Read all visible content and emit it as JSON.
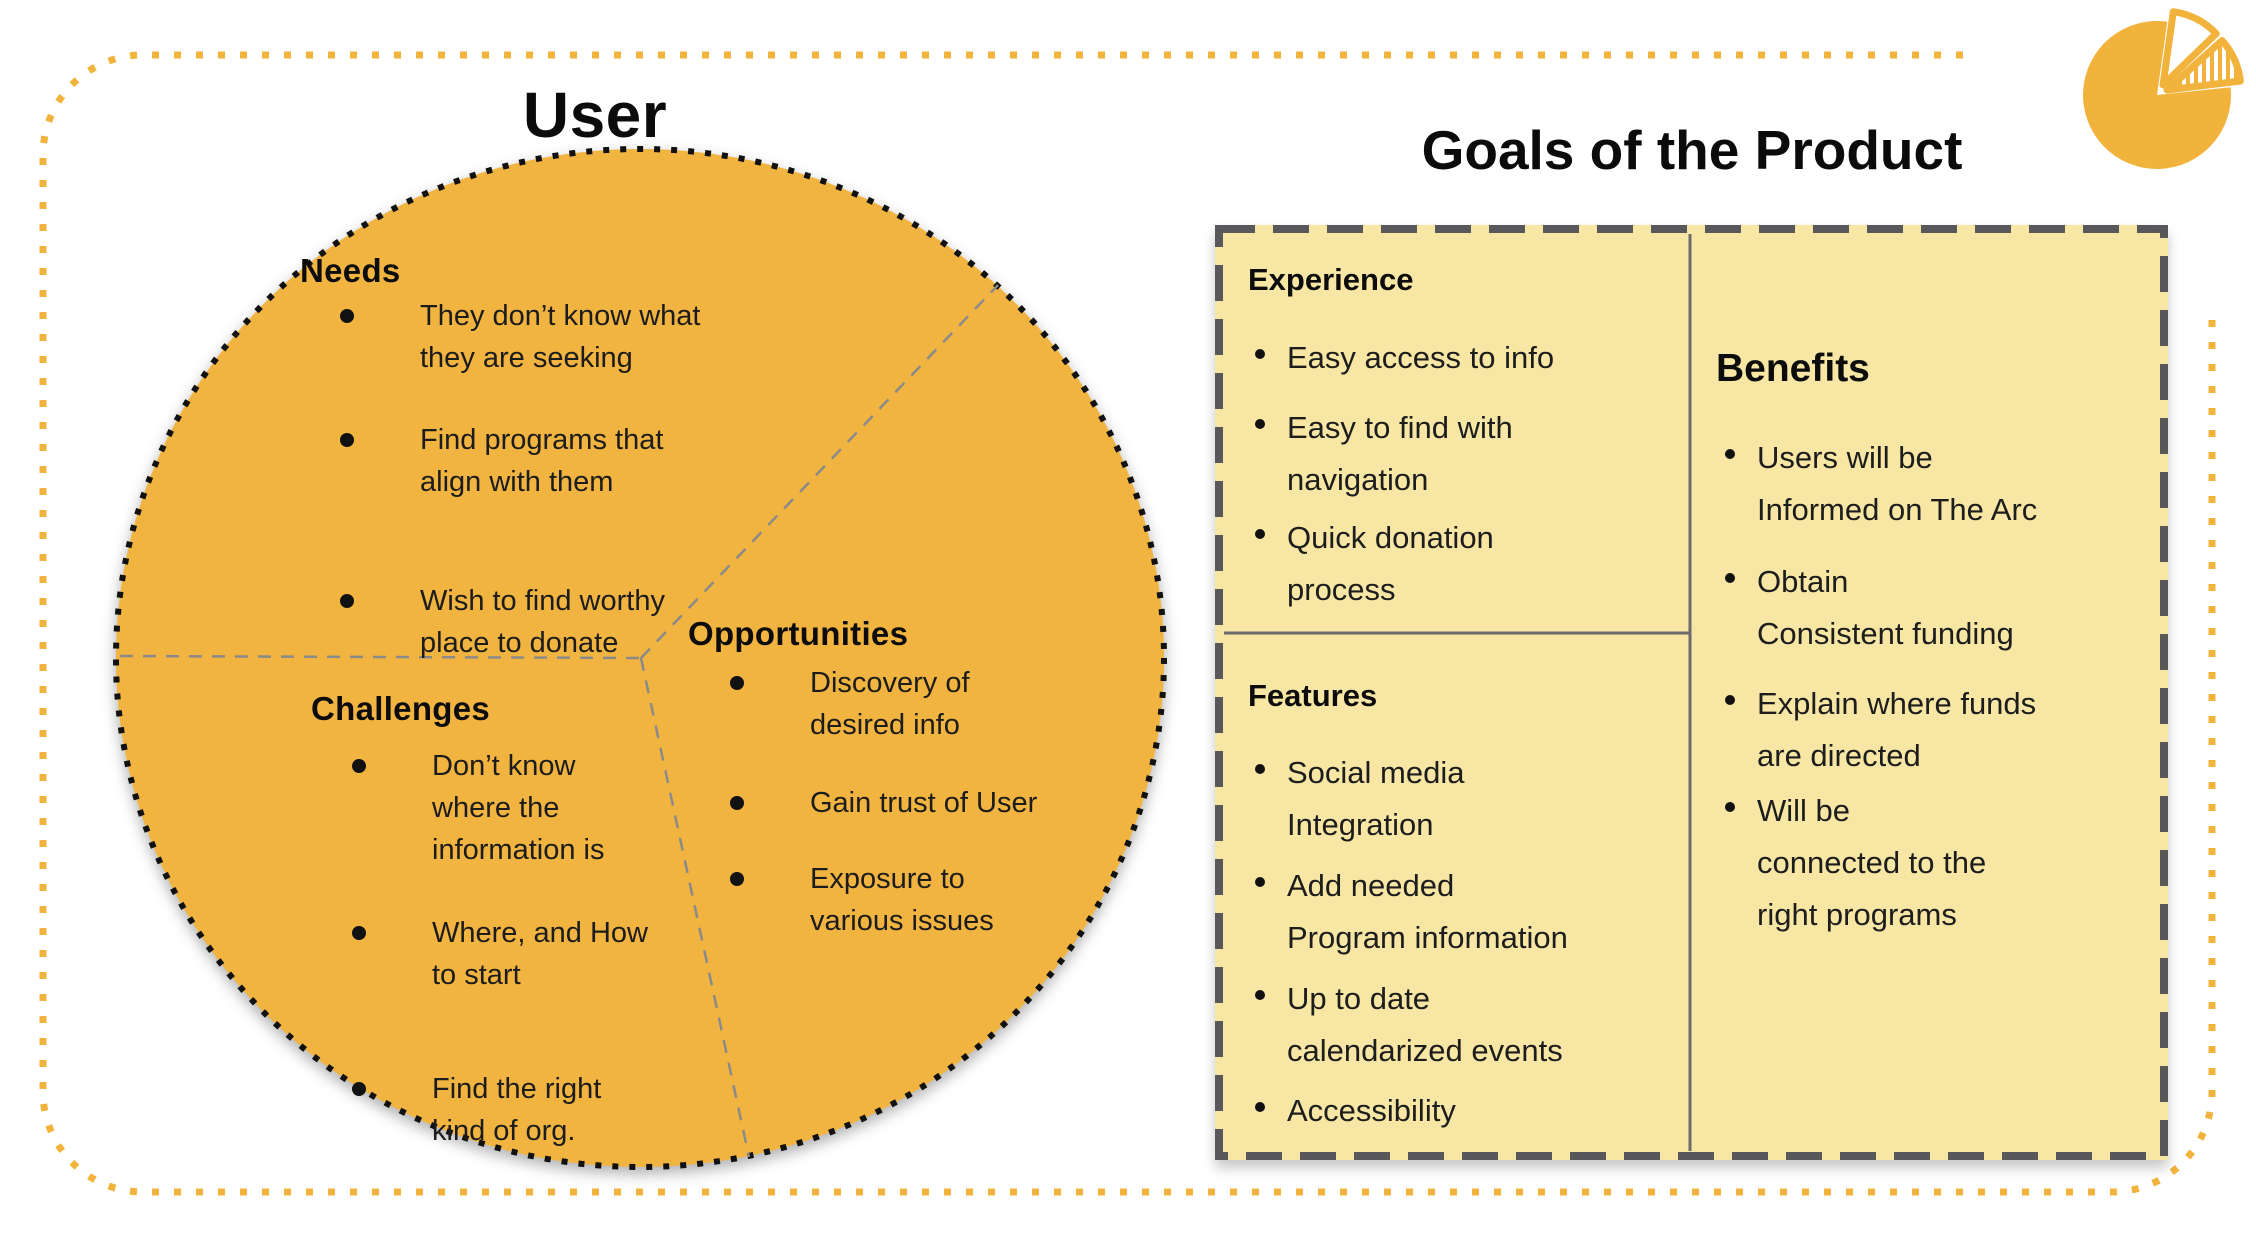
{
  "user": {
    "title": "User",
    "needs": {
      "label": "Needs",
      "items": [
        "They don’t know what\nthey are seeking",
        "Find programs that\nalign with them",
        "Wish to find worthy\nplace to donate"
      ]
    },
    "challenges": {
      "label": "Challenges",
      "items": [
        "Don’t know\nwhere the\ninformation is",
        "Where, and How\nto start",
        "Find the right\nkind of org."
      ]
    },
    "opportunities": {
      "label": "Opportunities",
      "items": [
        "Discovery of\ndesired info",
        "Gain trust of User",
        "Exposure to\nvarious issues"
      ]
    }
  },
  "goals": {
    "title": "Goals of the Product",
    "experience": {
      "label": "Experience",
      "items": [
        "Easy access to info",
        "Easy to find with\nnavigation",
        "Quick donation\nprocess"
      ]
    },
    "features": {
      "label": "Features",
      "items": [
        "Social media\nIntegration",
        "Add needed\nProgram information",
        "Up to date\ncalendarized events",
        "Accessibility"
      ]
    },
    "benefits": {
      "label": "Benefits",
      "items": [
        "Users will be\nInformed on The Arc",
        "Obtain\nConsistent funding",
        "Explain where funds\nare directed",
        "Will be\nconnected to the\nright programs"
      ]
    }
  },
  "logo": {
    "name": "pie-chart-logo"
  },
  "colors": {
    "accent_orange": "#F2B33D",
    "circle_orange": "#F1B440",
    "panel_yellow": "#F7E6A4",
    "panel_border_gray": "#58585A",
    "divider_gray": "#6B6B6B",
    "pie_divider_gray": "#8A8A8A",
    "text_black": "#1C1C1C"
  }
}
